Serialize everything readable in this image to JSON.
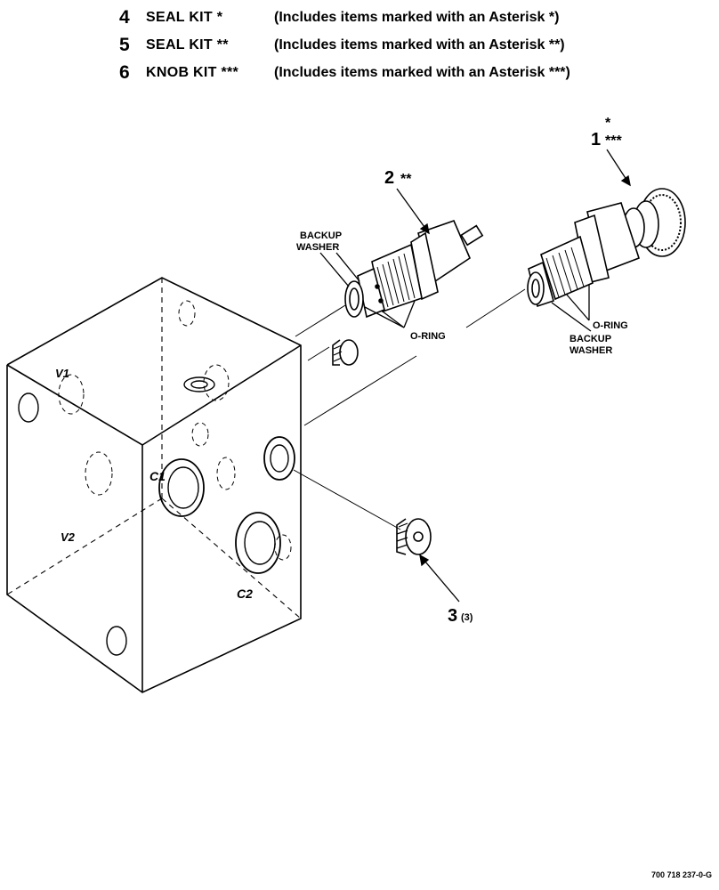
{
  "kits": [
    {
      "number": "4",
      "name": "SEAL KIT *",
      "description": "(Includes items marked with an Asterisk *)"
    },
    {
      "number": "5",
      "name": "SEAL KIT **",
      "description": "(Includes items marked with an Asterisk **)"
    },
    {
      "number": "6",
      "name": "KNOB KIT ***",
      "description": "(Includes items marked with an Asterisk ***)"
    }
  ],
  "callouts": {
    "item1_number": "1",
    "item1_marks_top": "*",
    "item1_marks_bottom": "***",
    "item2_number": "2",
    "item2_marks": "**",
    "item3_number": "3",
    "item3_qty": "(3)"
  },
  "part_labels": {
    "backup_washer_line1": "BACKUP",
    "backup_washer_line2": "WASHER",
    "o_ring": "O-RING"
  },
  "port_labels": {
    "v1": "V1",
    "v2": "V2",
    "c1": "C1",
    "c2": "C2"
  },
  "document_id": "700 718 237-0-G"
}
